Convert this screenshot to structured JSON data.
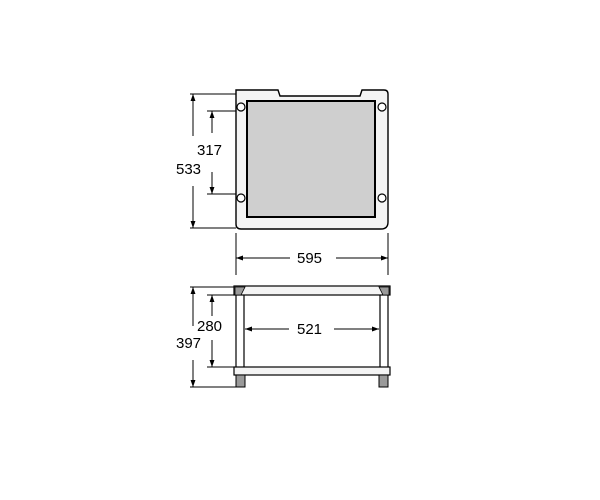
{
  "top_view": {
    "overall_height": "533",
    "inner_height": "317",
    "width": "595"
  },
  "front_view": {
    "overall_height": "397",
    "inner_height": "280",
    "inner_width": "521"
  },
  "colors": {
    "line": "#000000",
    "panel_fill": "#cfcfcf",
    "frame_fill": "#f4f4f4",
    "leg_fill": "#9a9a9a"
  }
}
